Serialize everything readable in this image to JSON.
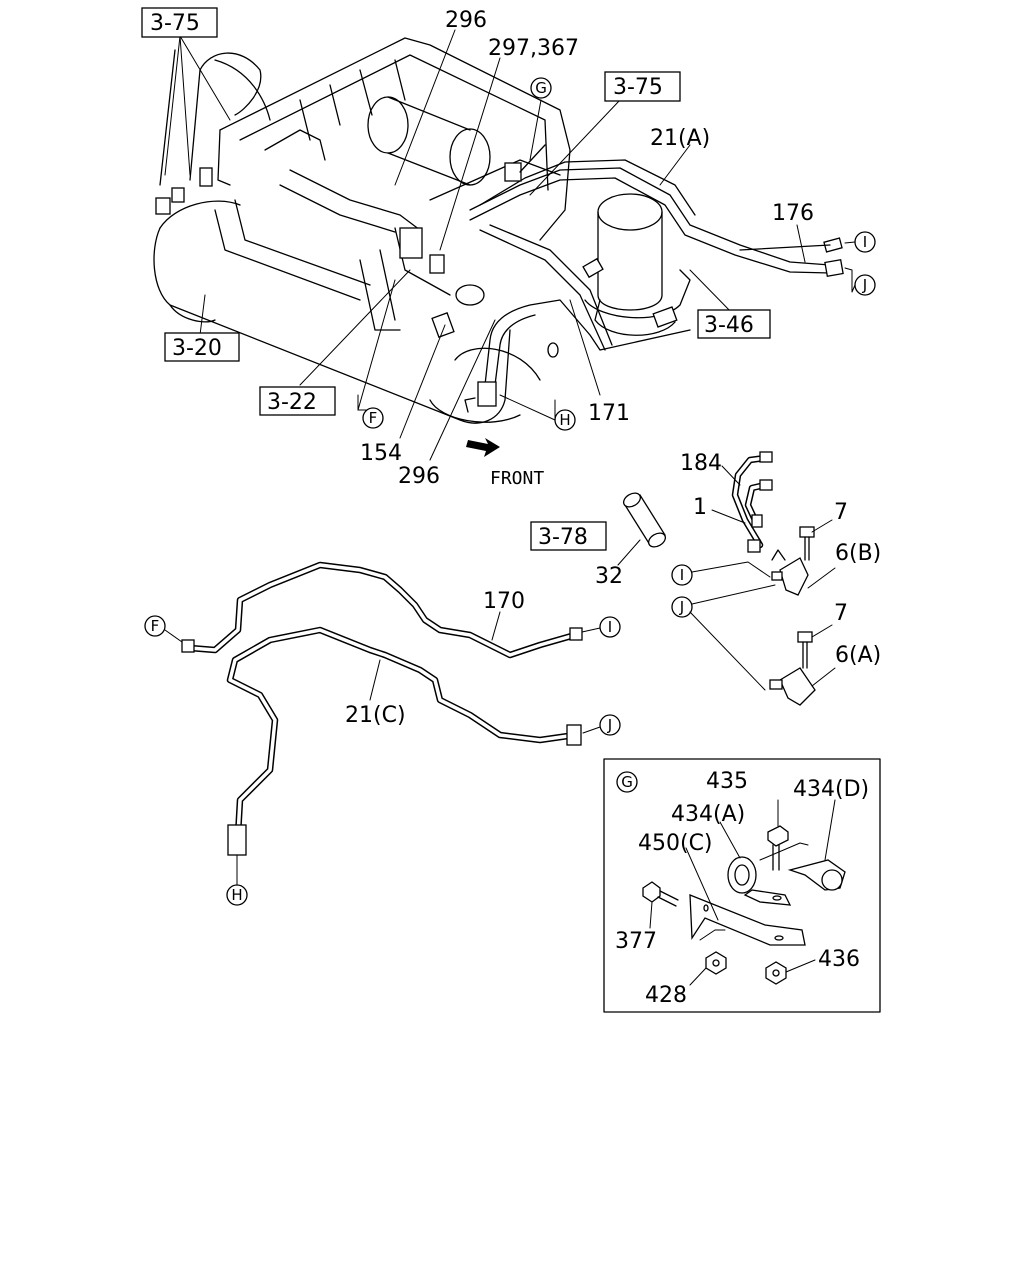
{
  "diagram": {
    "references": [
      "3-75",
      "3-75",
      "3-20",
      "3-22",
      "3-46",
      "3-78"
    ],
    "part_numbers": {
      "p296_top": "296",
      "p297": "297,367",
      "p21a": "21(A)",
      "p176": "176",
      "p171": "171",
      "p154": "154",
      "p296_bottom": "296",
      "p184": "184",
      "p1": "1",
      "p7_top": "7",
      "p6b": "6(B)",
      "p7_bottom": "7",
      "p6a": "6(A)",
      "p32": "32",
      "p170": "170",
      "p21c": "21(C)",
      "p435": "435",
      "p434a": "434(A)",
      "p434d": "434(D)",
      "p450c": "450(C)",
      "p377": "377",
      "p428": "428",
      "p436": "436"
    },
    "connectors": {
      "G": "G",
      "I": "I",
      "J": "J",
      "F": "F",
      "H": "H"
    },
    "front_label": "FRONT",
    "detail_inset_label": "G"
  }
}
